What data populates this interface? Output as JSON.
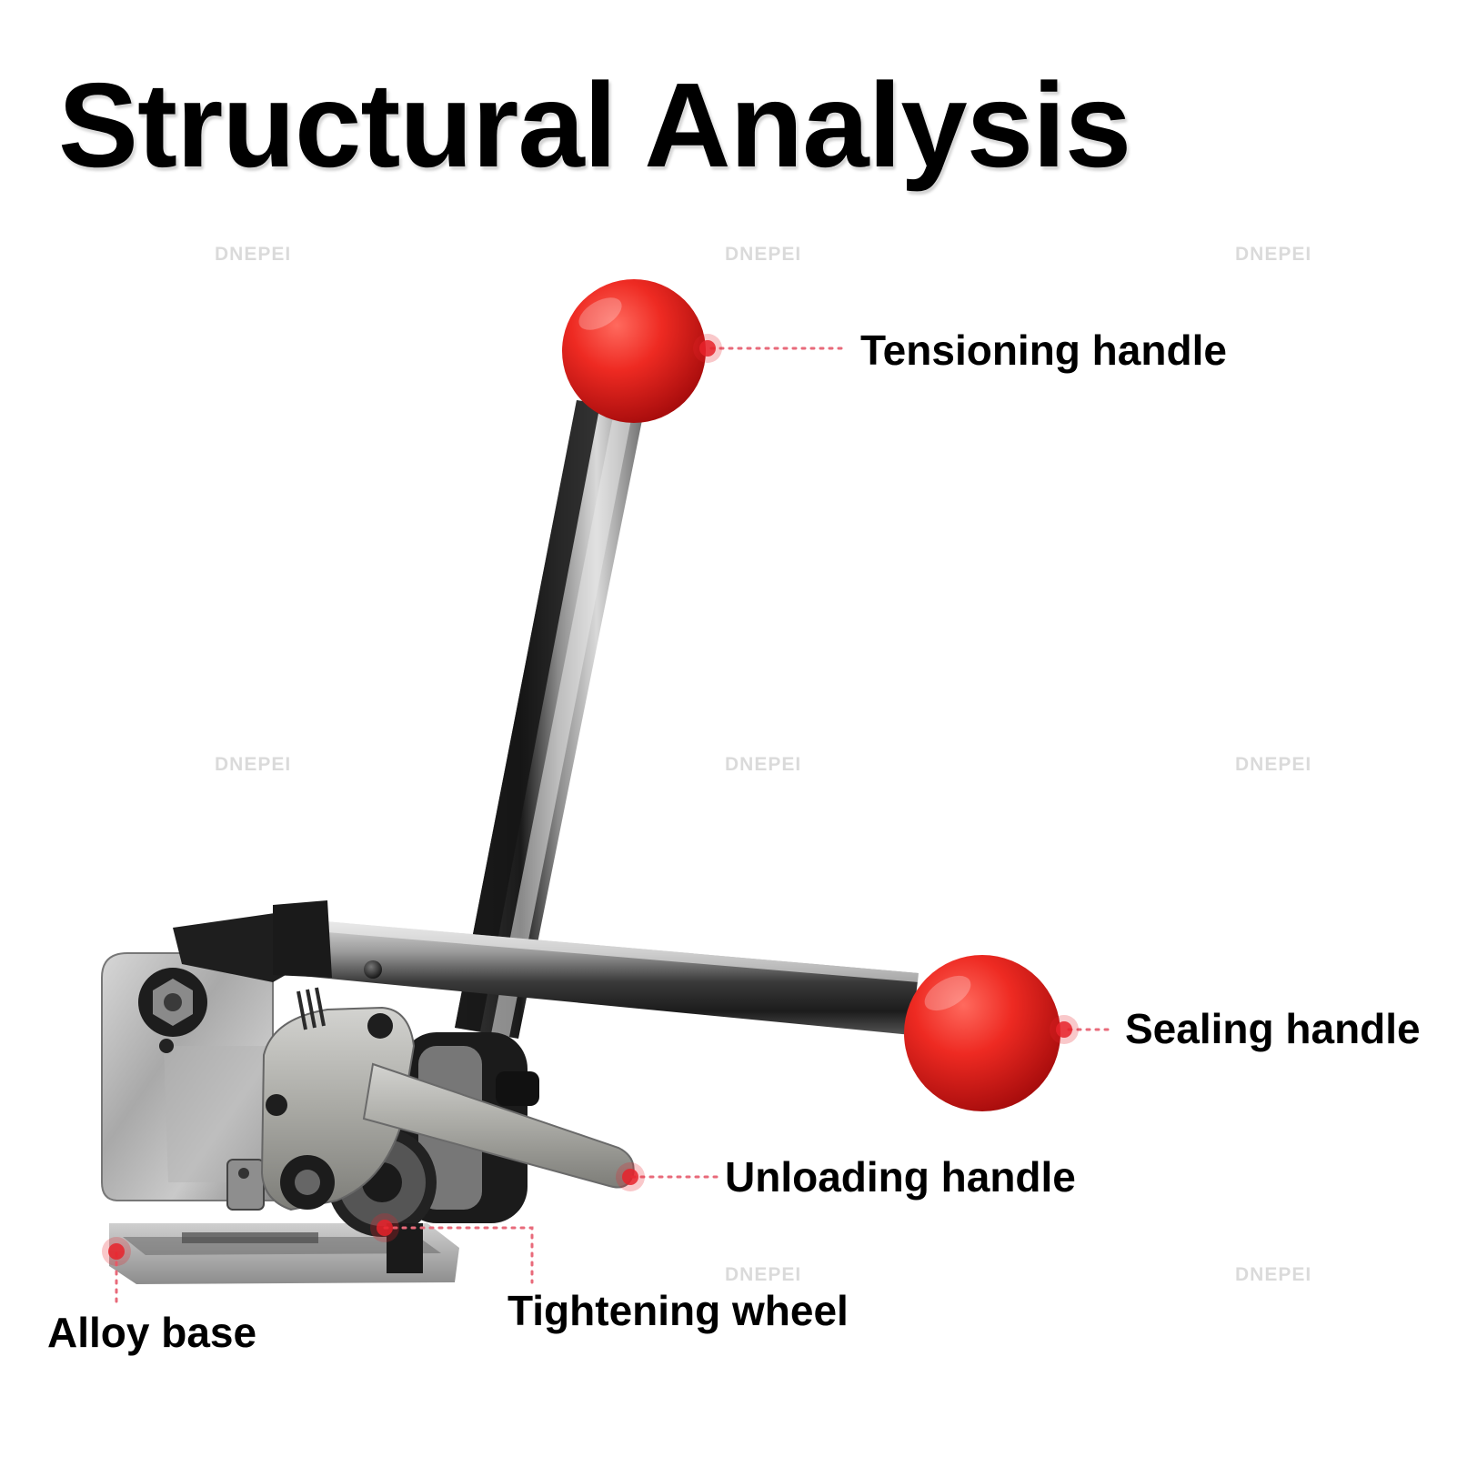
{
  "title": "Structural Analysis",
  "watermark": "DNEPEI",
  "accent_color": "#e8222a",
  "leader_color": "#e86a7a",
  "labels": {
    "tensioning_handle": "Tensioning handle",
    "sealing_handle": "Sealing handle",
    "unloading_handle": "Unloading handle",
    "tightening_wheel": "Tightening wheel",
    "alloy_base": "Alloy base"
  }
}
